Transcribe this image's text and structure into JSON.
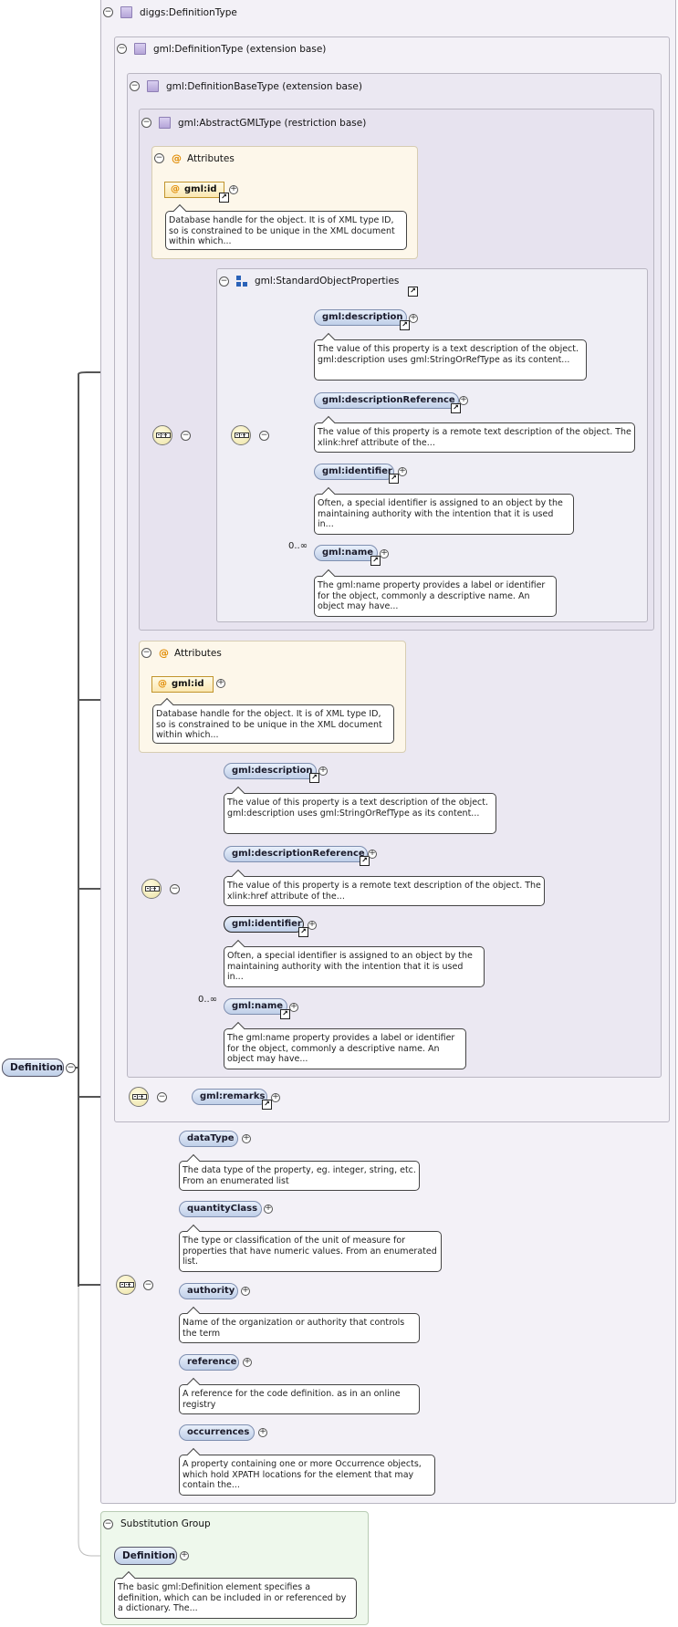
{
  "root_type": "diggs:DefinitionType",
  "ext_definition": "gml:DefinitionType (extension base)",
  "ext_definition_base": "gml:DefinitionBaseType (extension base)",
  "restriction_abstract": "gml:AbstractGMLType (restriction base)",
  "attributes_label": "Attributes",
  "gml_id": "gml:id",
  "gml_id_doc": "Database handle for the object. It is of XML type ID, so is constrained to be unique in the XML document within which...",
  "standard_object_properties": "gml:StandardObjectProperties",
  "cardinality_many": "0..∞",
  "props": [
    {
      "name": "gml:description",
      "doc": "The value of this property is a text description of the object. gml:description uses gml:StringOrRefType as its content..."
    },
    {
      "name": "gml:descriptionReference",
      "doc": "The value of this property is a remote text description of the object. The xlink:href attribute of the..."
    },
    {
      "name": "gml:identifier",
      "doc": "Often, a special identifier is assigned to an object by the maintaining authority with the intention that it is used in..."
    },
    {
      "name": "gml:name",
      "doc": "The gml:name property provides a label or identifier for the object, commonly a descriptive name. An object may have..."
    }
  ],
  "remarks": "gml:remarks",
  "diggs_elements": [
    {
      "name": "dataType",
      "doc": "The data type of the property, eg. integer, string, etc. From an enumerated list"
    },
    {
      "name": "quantityClass",
      "doc": "The type or classification of the unit of measure for properties that have numeric values. From an enumerated list."
    },
    {
      "name": "authority",
      "doc": "Name of the organization or authority that controls the term"
    },
    {
      "name": "reference",
      "doc": "A reference for the code definition. as in an online registry"
    },
    {
      "name": "occurrences",
      "doc": "A property containing one or more Occurrence objects, which hold XPATH locations for the element that may contain the..."
    }
  ],
  "root_element": "Definition",
  "substitution_group": "Substitution Group",
  "subst_element": "Definition",
  "subst_doc": "The basic gml:Definition element specifies a definition, which can be included in or referenced by a dictionary. The...",
  "colors": {
    "element_fill": "#c7d6ee",
    "attribute_fill": "#fbe7b0",
    "type_box": "#f3f1f7",
    "subst_box": "#eef8ec"
  }
}
